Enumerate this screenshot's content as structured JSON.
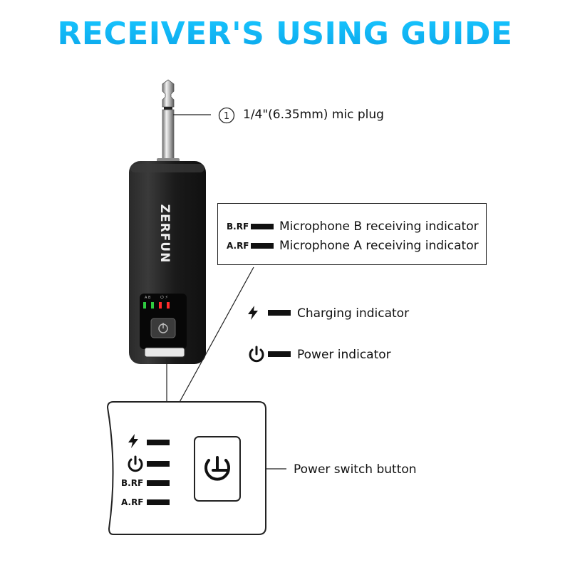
{
  "title": "RECEIVER'S USING GUIDE",
  "device": {
    "brand": "ZERFUN",
    "led_colors": [
      "#2ecc40",
      "#2ecc40",
      "#ff2b2b",
      "#ff2b2b"
    ]
  },
  "callouts": {
    "plug_number": "①",
    "plug_label": "1/4\"(6.35mm) mic plug",
    "b_rf_tag": "B.RF",
    "b_rf_label": "Microphone B receiving indicator",
    "a_rf_tag": "A.RF",
    "a_rf_label": "Microphone A receiving indicator",
    "charging_label": "Charging indicator",
    "power_label": "Power indicator",
    "power_switch_label": "Power switch button"
  },
  "panel": {
    "b_rf_tag": "B.RF",
    "a_rf_tag": "A.RF"
  },
  "icons": [
    "lightning-icon",
    "power-icon"
  ],
  "colors": {
    "title_gradient_top": "#19c6ff",
    "title_gradient_bottom": "#0aa6ea",
    "device_body": "#1b1b1b"
  }
}
